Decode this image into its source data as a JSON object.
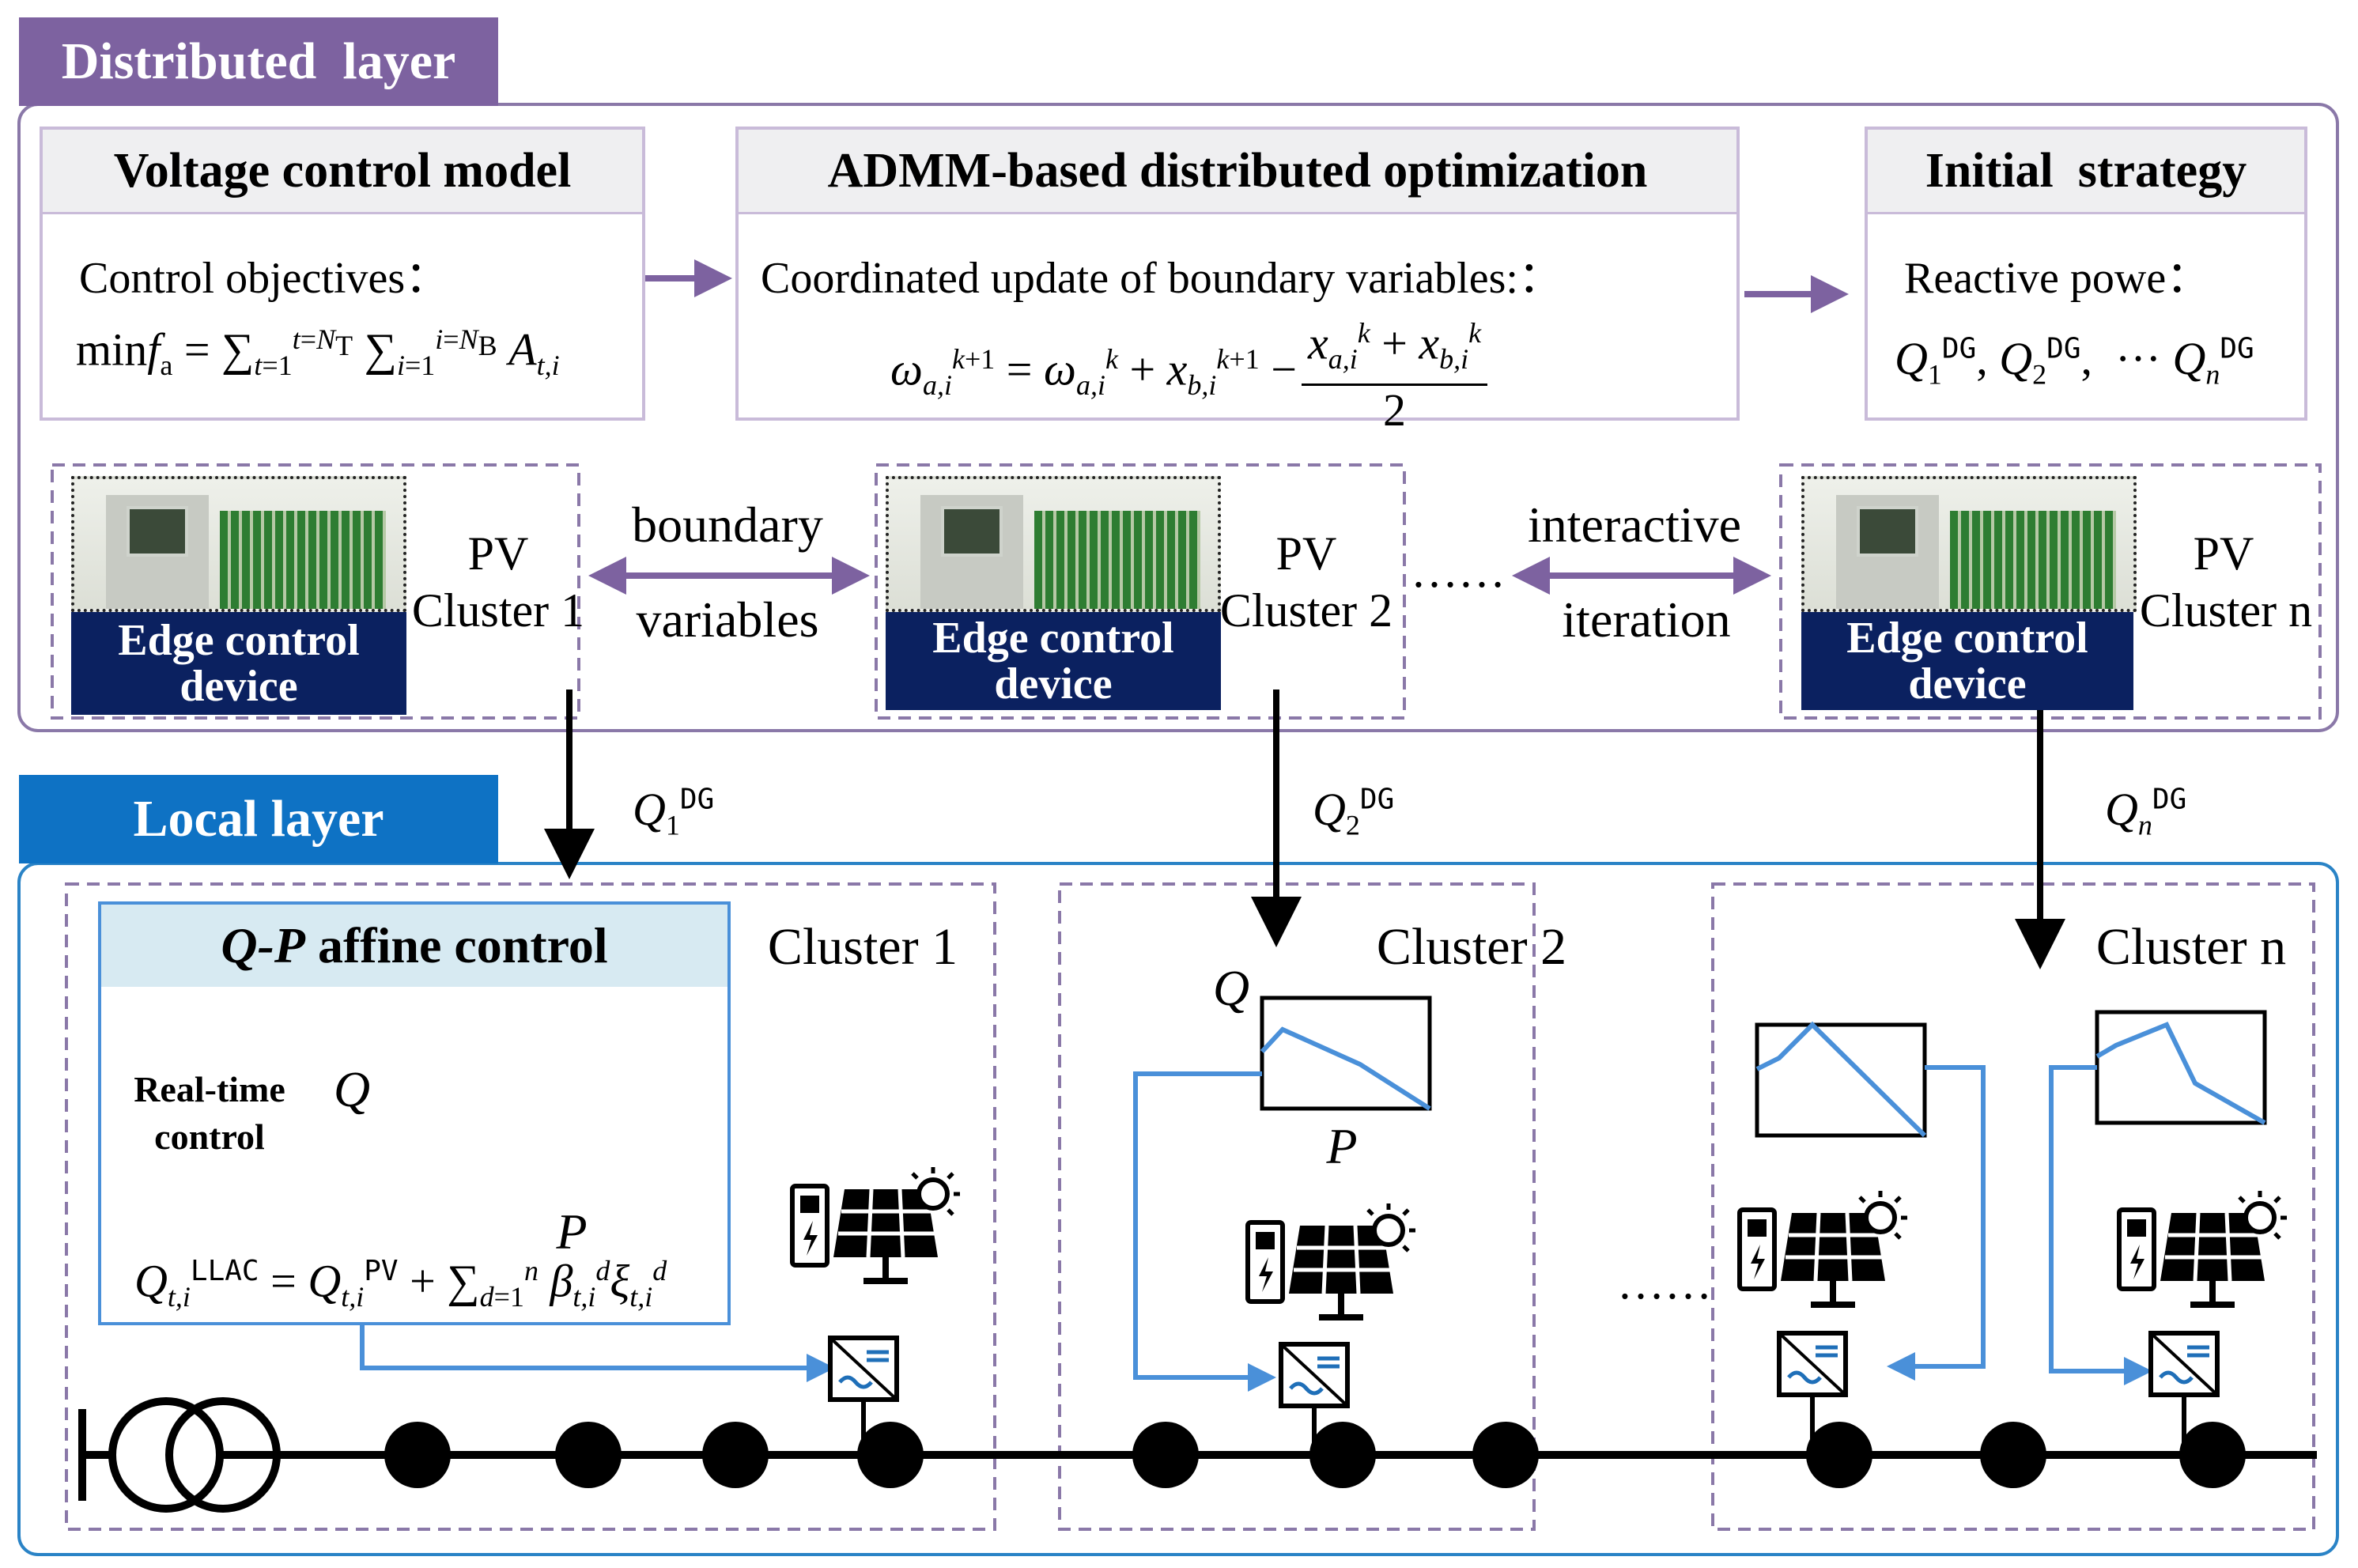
{
  "distributed_layer": {
    "tab_label": "Distributed  layer",
    "voltage_box": {
      "title": "Voltage control model",
      "line1": "Control objectives："
    },
    "admm_box": {
      "title": "ADMM-based distributed optimization",
      "line1": "Coordinated update of boundary variables:："
    },
    "initial_box": {
      "title": "Initial  strategy",
      "line1": "Reactive powe："
    },
    "edge_devices": [
      {
        "band": "Edge control device",
        "pv_label": "PV",
        "cluster_label": "Cluster 1"
      },
      {
        "band": "Edge control device",
        "pv_label": "PV",
        "cluster_label": "Cluster 2"
      },
      {
        "band": "Edge control device",
        "pv_label": "PV",
        "cluster_label": "Cluster n"
      }
    ],
    "link_labels": {
      "boundary": "boundary",
      "variables": "variables",
      "interactive": "interactive",
      "iteration": "iteration",
      "dots": "……"
    }
  },
  "local_layer": {
    "tab_label": "Local layer",
    "qp_box": {
      "title_italic": "Q-P",
      "title_rest": " affine control",
      "realtime_1": "Real-time",
      "realtime_2": "control",
      "axis_q": "Q",
      "axis_p": "P"
    },
    "clusters": [
      "Cluster 1",
      "Cluster 2",
      "Cluster n"
    ],
    "cluster2_axis_q": "Q",
    "cluster2_axis_p": "P",
    "dots": "……"
  },
  "colors": {
    "purple_tab": "#7d62a0",
    "blue_tab": "#0e72c4",
    "device_band": "#0b2160",
    "signal_line": "#4a90d9",
    "dashed_border": "#8a78a8"
  }
}
